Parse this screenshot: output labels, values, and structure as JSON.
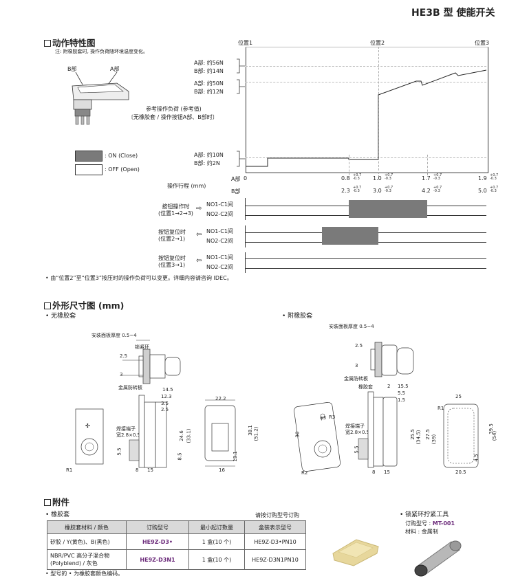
{
  "header": {
    "title": "HE3B 型 使能开关"
  },
  "section1": {
    "title": "动作特性图",
    "note": "注: 附橡胶套时, 操作负荷随环境温度变化。",
    "part_a": "A部",
    "part_b": "B部",
    "graph_note_line1": "参考操作负荷 (参考值)",
    "graph_note_line2": "〔无橡胶套 / 操作按钮A部、B部时〕",
    "legend_on": ": ON  (Close)",
    "legend_off": ": OFF  (Open)",
    "positions": [
      "位置1",
      "位置2",
      "位置3"
    ],
    "load_labels": {
      "a56": "A部: 约56N",
      "b14": "B部: 约14N",
      "a50": "A部: 约50N",
      "b12": "B部: 约12N",
      "a10": "A部: 约10N",
      "b2": "B部: 约2N"
    },
    "stroke_label": "操作行程 (mm)",
    "stroke_a_label": "A部",
    "stroke_b_label": "B部",
    "stroke_a": [
      "0",
      "0.8",
      "1.0",
      "1.7",
      "1.9"
    ],
    "stroke_b": [
      "2.3",
      "3.0",
      "4.2",
      "5.0"
    ],
    "tol_up": "+0.7",
    "tol_dn": "-0.3",
    "states": [
      {
        "l1": "按钮操作时",
        "l2": "(位置1→2→3)",
        "arrow": "⇨",
        "c1": "NO1-C1间",
        "c2": "NO2-C2间"
      },
      {
        "l1": "按钮复位时",
        "l2": "(位置2→1)",
        "arrow": "⇦",
        "c1": "NO1-C1间",
        "c2": "NO2-C2间"
      },
      {
        "l1": "按钮复位时",
        "l2": "(位置3→1)",
        "arrow": "⇦",
        "c1": "NO1-C1间",
        "c2": "NO2-C2间"
      }
    ],
    "footnote": "• 由“位置2”至“位置3”按压时的操作负荷可以变更。详细内容请咨询 IDEC。"
  },
  "section2": {
    "title": "外形尺寸图 (mm)",
    "left_title": "• 无橡胶套",
    "right_title": "• 附橡胶套",
    "labels": {
      "panel": "安装面板厚度 0.5~4",
      "ring": "锁紧环",
      "plate": "金属防转板",
      "rubber": "橡胶套",
      "terminal1": "焊接端子",
      "terminal2": "宽2.8×0.5t"
    },
    "dims_left": [
      "2.5",
      "3",
      "14.5",
      "12.3",
      "3.5",
      "2.5",
      "22.2",
      "24.6",
      "(33.1)",
      "38.1",
      "(51.2)",
      "5.5",
      "8.5",
      "13.1",
      "8",
      "15",
      "16",
      "R1"
    ],
    "dims_right": [
      "2.5",
      "3",
      "2",
      "15.5",
      "5.5",
      "1.5",
      "25",
      "30",
      "25.5",
      "(34.5)",
      "27.5",
      "(39)",
      "39.5",
      "(54)",
      "5.5",
      "4.5",
      "8",
      "15",
      "20.5",
      "R3",
      "R2",
      "R1",
      "φ3"
    ]
  },
  "section3": {
    "title": "附件",
    "sub_title": "• 橡胶套",
    "order_note": "请按订购型号订购",
    "table": {
      "headers": [
        "橡胶套材料 / 颜色",
        "订购型号",
        "最小起订数量",
        "盒装表示型号"
      ],
      "rows": [
        [
          "矽胶 / Y(黄色)、B(黑色)",
          "HE9Z-D3•",
          "1 盒(10 个)",
          "HE9Z-D3•PN10"
        ],
        [
          "NBR/PVC 高分子混合物\n(Polyblend) / 灰色",
          "HE9Z-D3N1",
          "1 盒(10 个)",
          "HE9Z-D3N1PN10"
        ]
      ]
    },
    "table_note": "• 型号的 • 为橡胶套颜色编码。",
    "tool_title": "• 锁紧环拧紧工具",
    "tool_model_label": "订购型号 : ",
    "tool_model": "MT-001",
    "tool_material": "材料 : 金属制"
  }
}
